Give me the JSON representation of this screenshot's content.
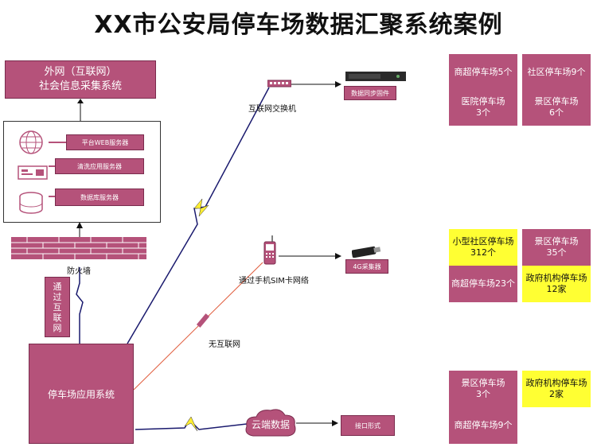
{
  "title": "XX市公安局停车场数据汇聚系统案例",
  "external_net": {
    "line1": "外网（互联网）",
    "line2": "社会信息采集系统"
  },
  "servers": [
    {
      "label": "平台WEB服务器"
    },
    {
      "label": "清洗应用服务器"
    },
    {
      "label": "数据库服务器"
    }
  ],
  "firewall_label": "防火墙",
  "via_internet": "通\n过\n互\n联\n网",
  "parking_app": "停车场应用系统",
  "switch_label": "互联网交换机",
  "sync_firmware": "数据同步固件",
  "sim_label": "通过手机SIM卡网络",
  "collector_4g": "4G采集器",
  "no_internet": "无互联网",
  "cloud_label": "云端数据",
  "interface_label": "接口形式",
  "group1": [
    {
      "text": "商超停车场5个",
      "color": "pink"
    },
    {
      "text": "社区停车场9个",
      "color": "pink"
    },
    {
      "text": "医院停车场\n3个",
      "color": "pink"
    },
    {
      "text": "景区停车场\n6个",
      "color": "pink"
    }
  ],
  "group2": [
    {
      "text": "小型社区停车场\n312个",
      "color": "yellow"
    },
    {
      "text": "景区停车场\n35个",
      "color": "pink"
    },
    {
      "text": "商超停车场23个",
      "color": "pink"
    },
    {
      "text": "政府机构停车场\n12家",
      "color": "yellow"
    }
  ],
  "group3": [
    {
      "text": "景区停车场\n3个",
      "color": "pink"
    },
    {
      "text": "政府机构停车场\n2家",
      "color": "yellow"
    },
    {
      "text": "商超停车场9个",
      "color": "pink"
    }
  ],
  "colors": {
    "pink": "#b5527a",
    "yellow": "#ffff33",
    "navy": "#1a1a6e"
  }
}
